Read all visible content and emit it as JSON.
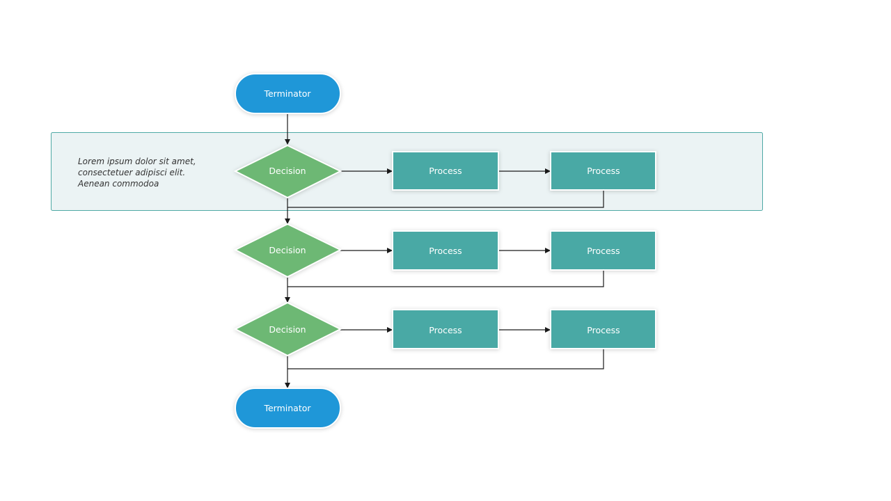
{
  "colors": {
    "terminator": "#1F97D8",
    "decision": "#6DB874",
    "process": "#49A9A5",
    "group_fill": "#EBF3F4",
    "group_border": "#4EA9A5",
    "connector": "#1A1A1A"
  },
  "note": {
    "lines": [
      "Lorem ipsum dolor sit amet,",
      "consectetuer adipisci elit.",
      "Aenean commodoa"
    ]
  },
  "terminators": [
    {
      "label": "Terminator"
    },
    {
      "label": "Terminator"
    }
  ],
  "rows": [
    {
      "decision": "Decision",
      "process_a": "Process",
      "process_b": "Process"
    },
    {
      "decision": "Decision",
      "process_a": "Process",
      "process_b": "Process"
    },
    {
      "decision": "Decision",
      "process_a": "Process",
      "process_b": "Process"
    }
  ]
}
